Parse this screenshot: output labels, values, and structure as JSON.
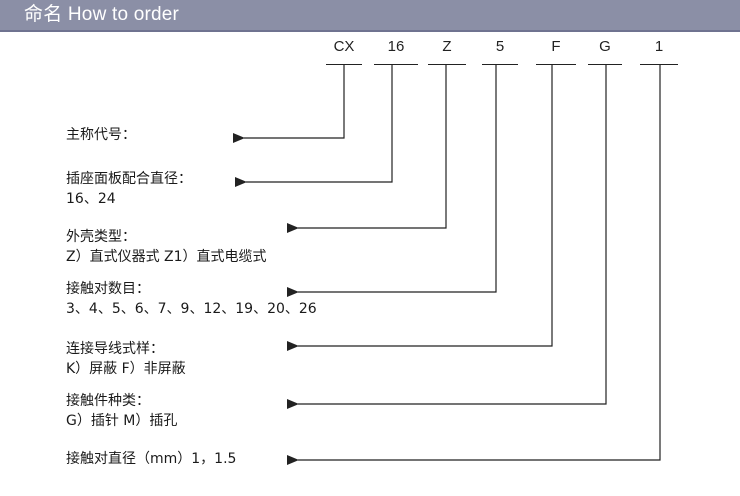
{
  "header": {
    "title": "命名 How to order"
  },
  "code_segments": [
    "CX",
    "16",
    "Z",
    "5",
    "F",
    "G",
    "1"
  ],
  "fields": [
    {
      "label": "主称代号：",
      "value": ""
    },
    {
      "label": "插座面板配合直径：",
      "value": "16、24"
    },
    {
      "label": "外壳类型：",
      "value": "Z）直式仪器式 Z1）直式电缆式"
    },
    {
      "label": "接触对数目：",
      "value": "3、4、5、6、7、9、12、19、20、26"
    },
    {
      "label": "连接导线式样：",
      "value": "K）屏蔽 F）非屏蔽"
    },
    {
      "label": "接触件种类：",
      "value": "G）插针 M）插孔"
    },
    {
      "label": "接触对直径（mm）1，1.5",
      "value": ""
    }
  ],
  "colors": {
    "header_bg": "#8b8fa6",
    "line": "#222222"
  }
}
